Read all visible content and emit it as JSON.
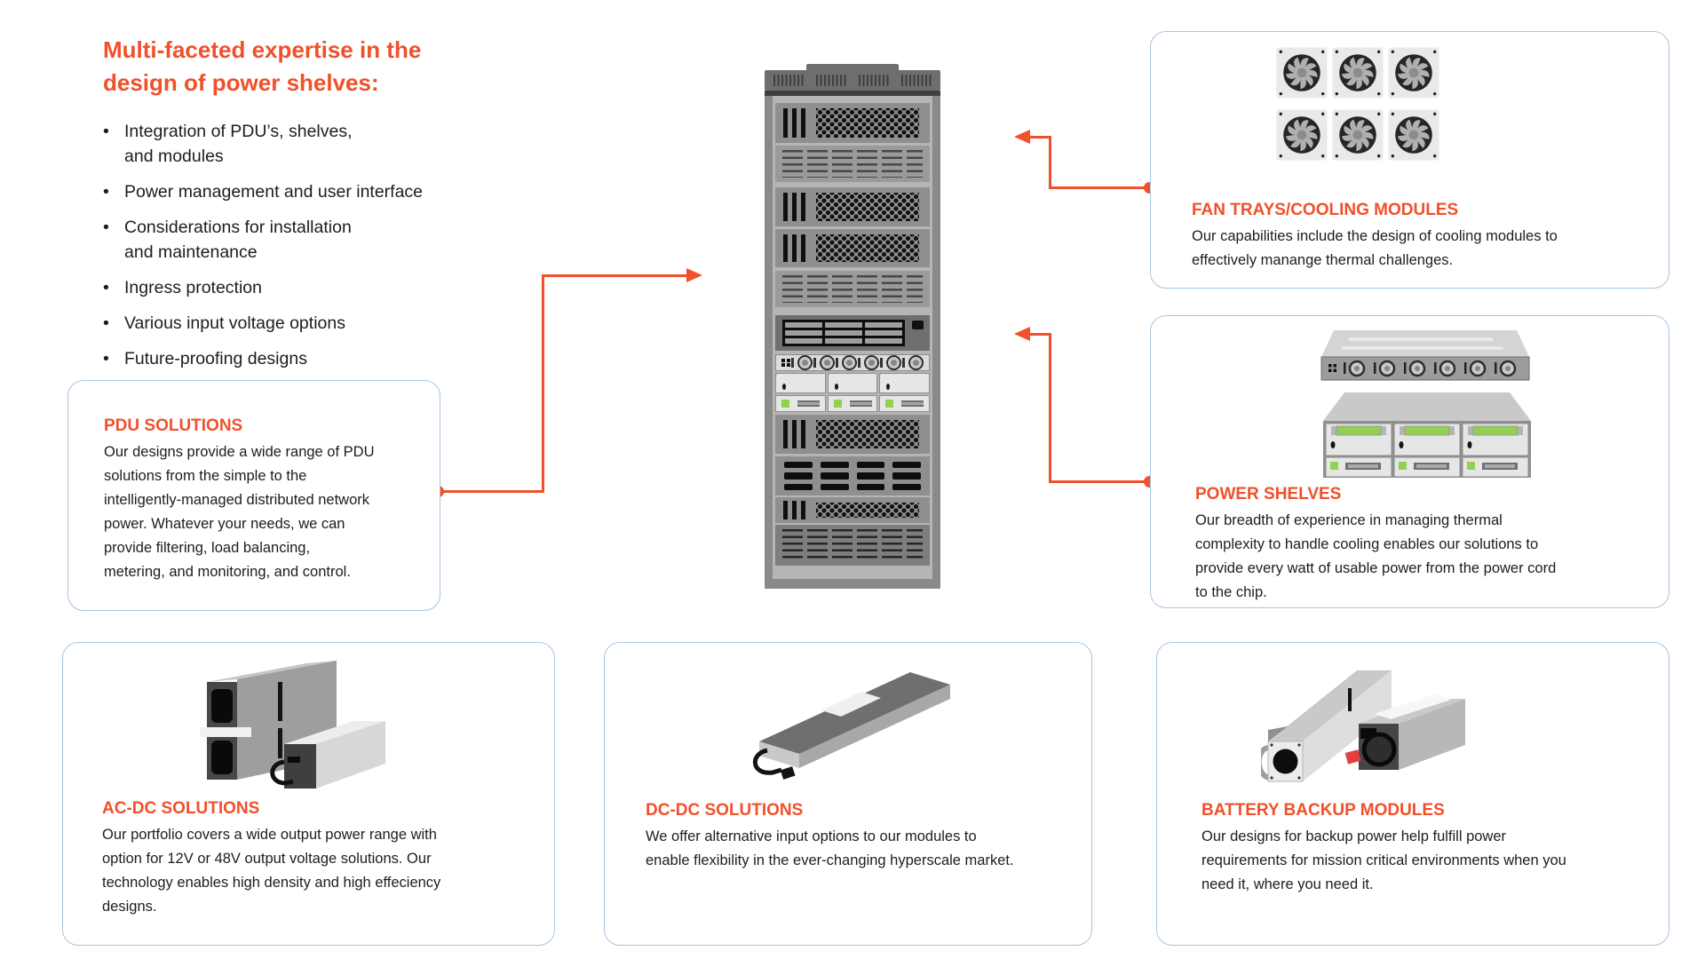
{
  "colors": {
    "accent_orange": "#F1502A",
    "box_border_blue": "#A8C6E4",
    "body_text": "#1D1D1B",
    "display_green": "#92D050"
  },
  "intro": {
    "heading": "Multi-faceted expertise in the\ndesign of power shelves:",
    "bullets": [
      "Integration of PDU’s, shelves,\nand modules",
      "Power management and user interface",
      "Considerations for installation\nand maintenance",
      "Ingress protection",
      "Various input voltage options",
      "Future-proofing designs"
    ]
  },
  "callouts": {
    "pdu": {
      "title": "PDU SOLUTIONS",
      "body": "Our designs provide a wide range of PDU\nsolutions from the simple to the\nintelligently-managed distributed network\npower. Whatever your needs, we can\nprovide filtering, load balancing,\nmetering, and monitoring, and control."
    },
    "fan_trays": {
      "title": "FAN TRAYS/COOLING MODULES",
      "body": "Our capabilities include the design of cooling modules to\neffectively manange thermal challenges."
    },
    "power_shelves": {
      "title": "POWER SHELVES",
      "body": "Our breadth of experience in managing thermal\ncomplexity to handle cooling enables our solutions to\nprovide every watt of usable power from the power cord\nto the chip."
    },
    "ac_dc": {
      "title": "AC-DC SOLUTIONS",
      "body": "Our portfolio covers a wide output power range with\noption for 12V or 48V output voltage solutions. Our\ntechnology enables high density and high effeciency\ndesigns."
    },
    "dc_dc": {
      "title": "DC-DC SOLUTIONS",
      "body": "We offer alternative input options to our modules to\nenable flexibility in the ever-changing hyperscale market."
    },
    "battery": {
      "title": "BATTERY BACKUP MODULES",
      "body": "Our designs for backup power help fulfill power\nrequirements for mission critical environments when you\nneed it, where you need it."
    }
  }
}
